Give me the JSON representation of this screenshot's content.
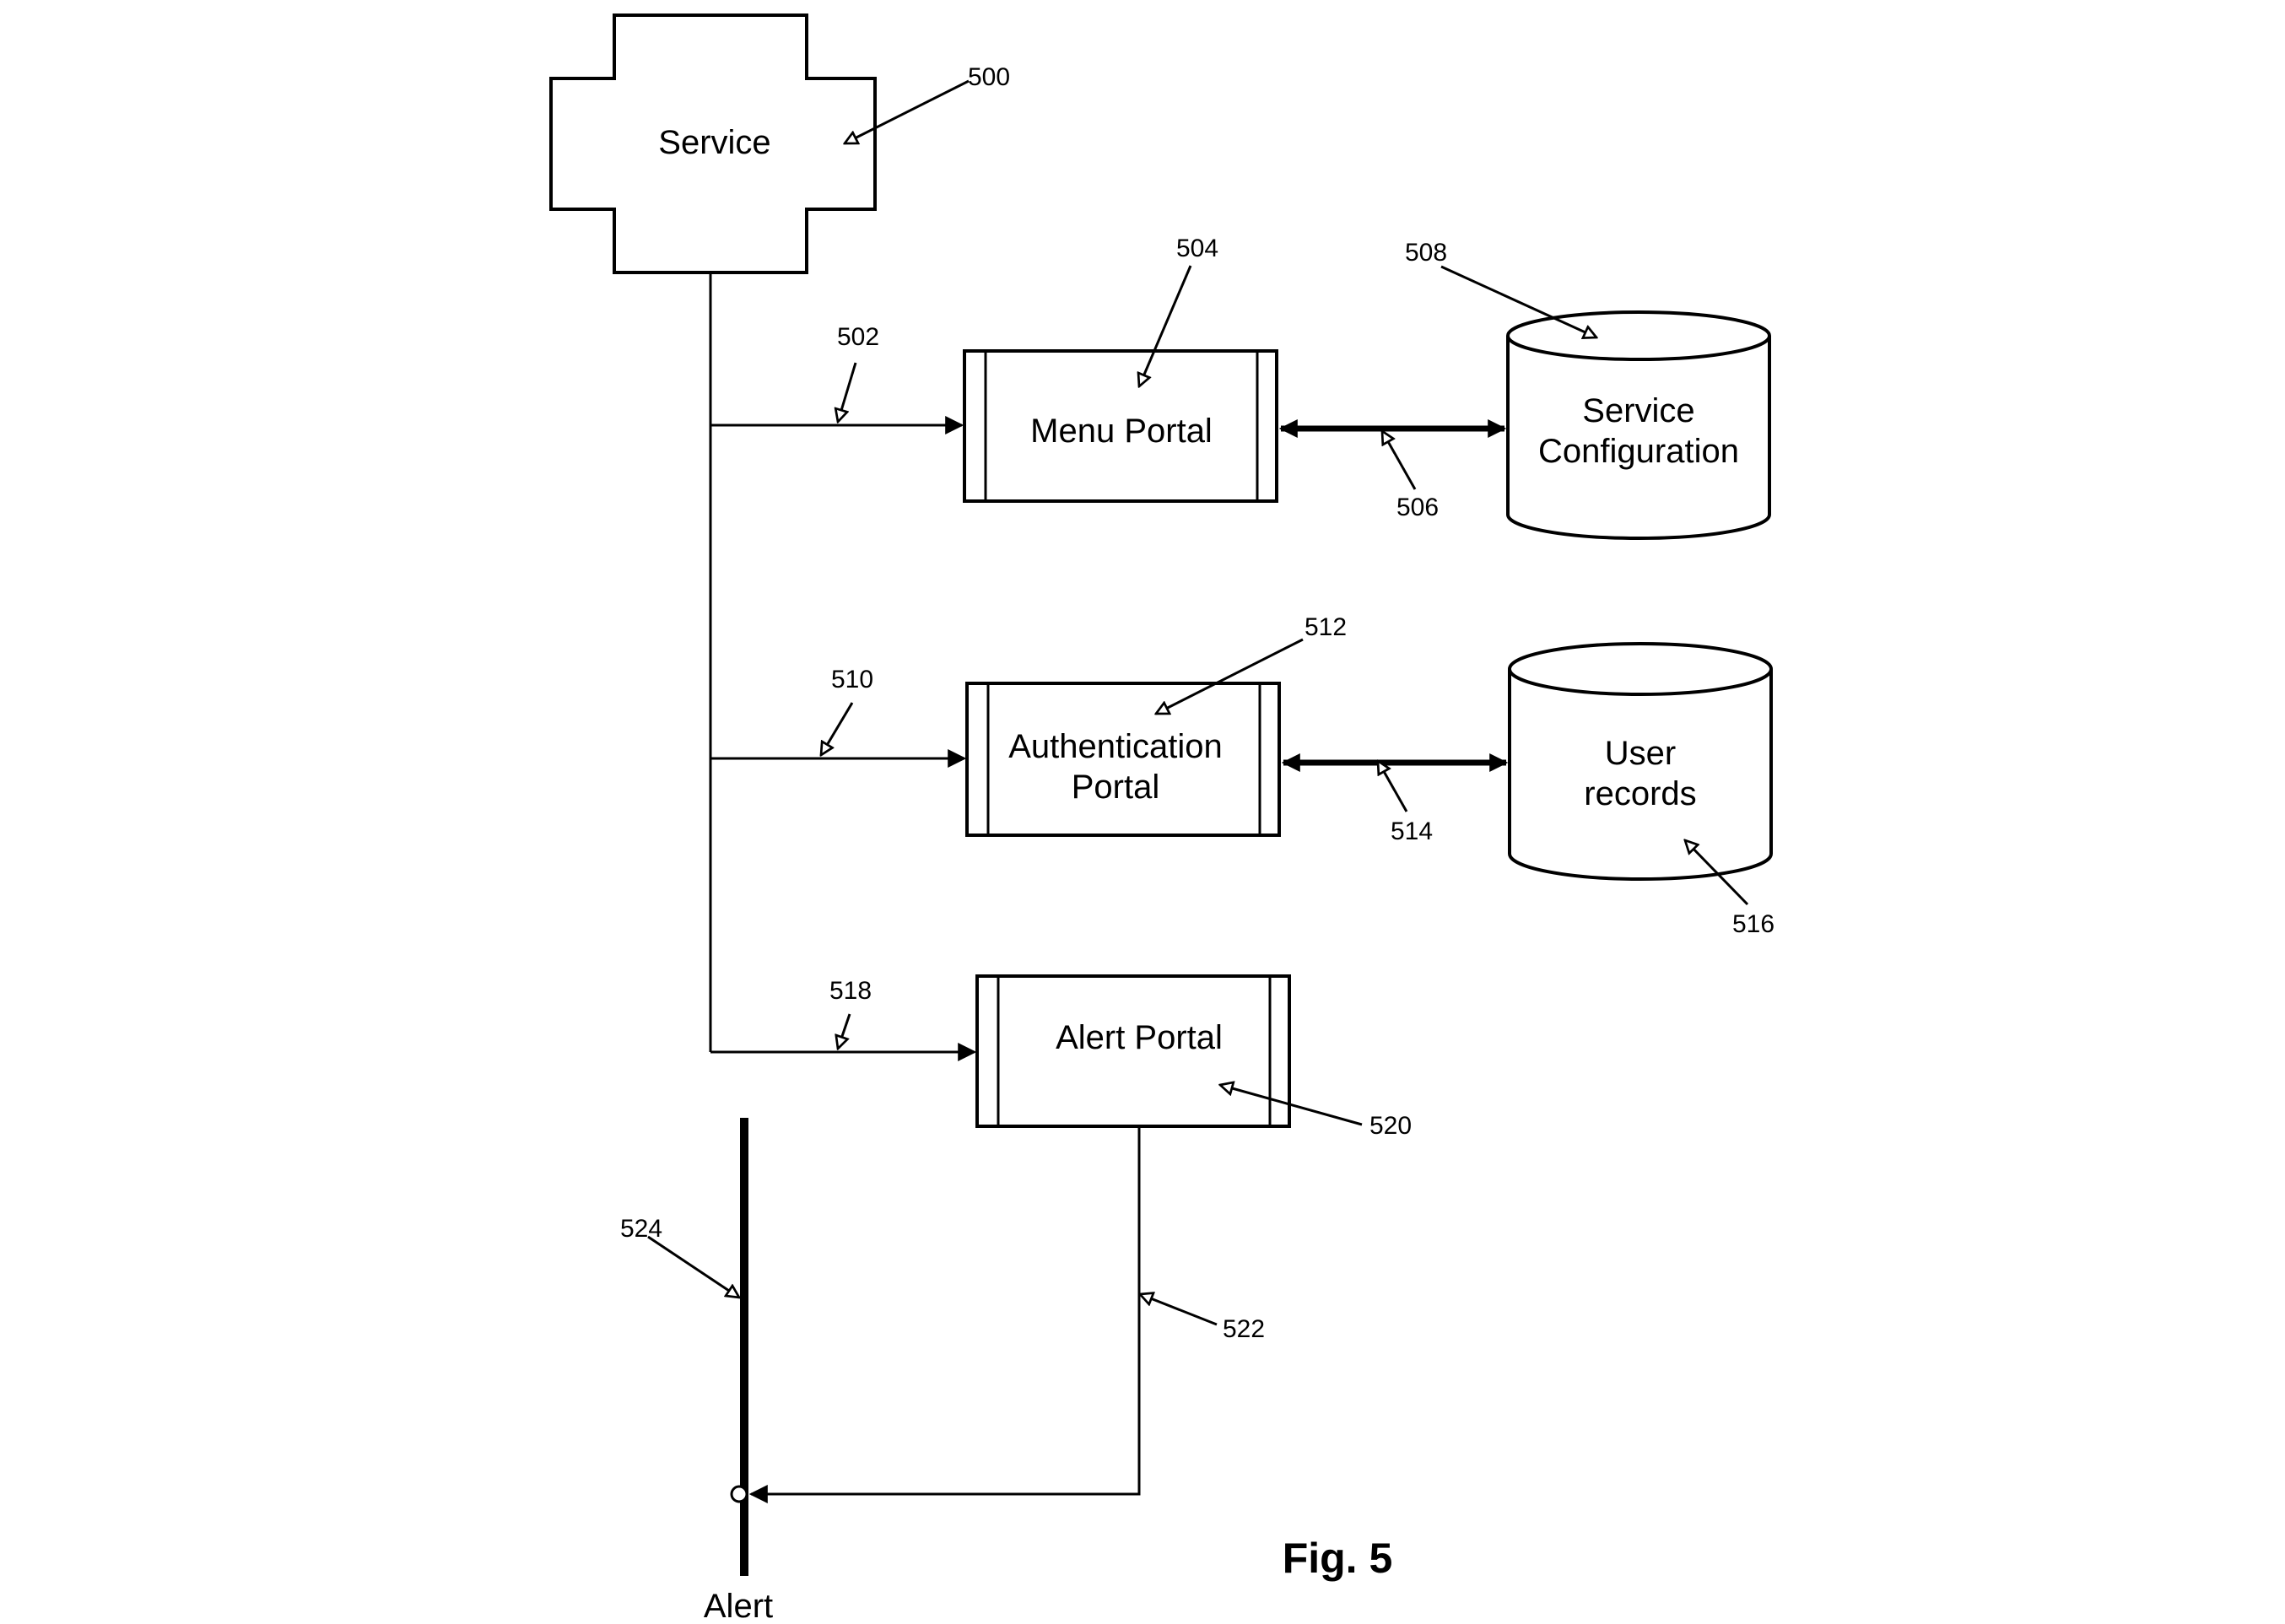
{
  "nodes": {
    "service": "Service",
    "menu_portal": "Menu Portal",
    "service_configuration": [
      "Service",
      "Configuration"
    ],
    "authentication_portal": [
      "Authentication",
      "Portal"
    ],
    "user_records": [
      "User",
      "records"
    ],
    "alert_portal": "Alert Portal",
    "alert": "Alert"
  },
  "refs": {
    "r500": "500",
    "r502": "502",
    "r504": "504",
    "r506": "506",
    "r508": "508",
    "r510": "510",
    "r512": "512",
    "r514": "514",
    "r516": "516",
    "r518": "518",
    "r520": "520",
    "r522": "522",
    "r524": "524"
  },
  "figure_label": "Fig. 5",
  "colors": {
    "ink": "#000000",
    "paper": "#ffffff"
  }
}
